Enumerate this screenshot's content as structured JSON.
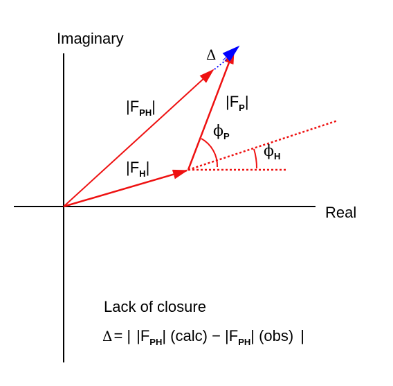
{
  "colors": {
    "vector": "#ee1111",
    "delta_arrow": "#0000ff",
    "delta_dotted": "#0000ff",
    "axis": "#000000",
    "background": "#ffffff"
  },
  "axes": {
    "imaginary_label": "Imaginary",
    "real_label": "Real"
  },
  "vectors": {
    "fph": {
      "bar": "|",
      "main": "F",
      "sub": "PH",
      "bar_end": "|"
    },
    "fh": {
      "bar": "|",
      "main": "F",
      "sub": "H",
      "bar_end": "|"
    },
    "fp": {
      "bar": "|",
      "main": "F",
      "sub": "P",
      "bar_end": "|"
    }
  },
  "angles": {
    "phi_p": {
      "symbol": "ϕ",
      "sub": "P"
    },
    "phi_h": {
      "symbol": "ϕ",
      "sub": "H"
    }
  },
  "delta_label": "Δ",
  "caption": {
    "title": "Lack of closure",
    "eq_delta": "Δ",
    "eq_equals": "= |",
    "eq_bar1": "|F",
    "eq_sub1": "PH",
    "eq_calc": "| (calc) − |F",
    "eq_sub2": "PH",
    "eq_obs": "| (obs)",
    "eq_end": "|"
  }
}
